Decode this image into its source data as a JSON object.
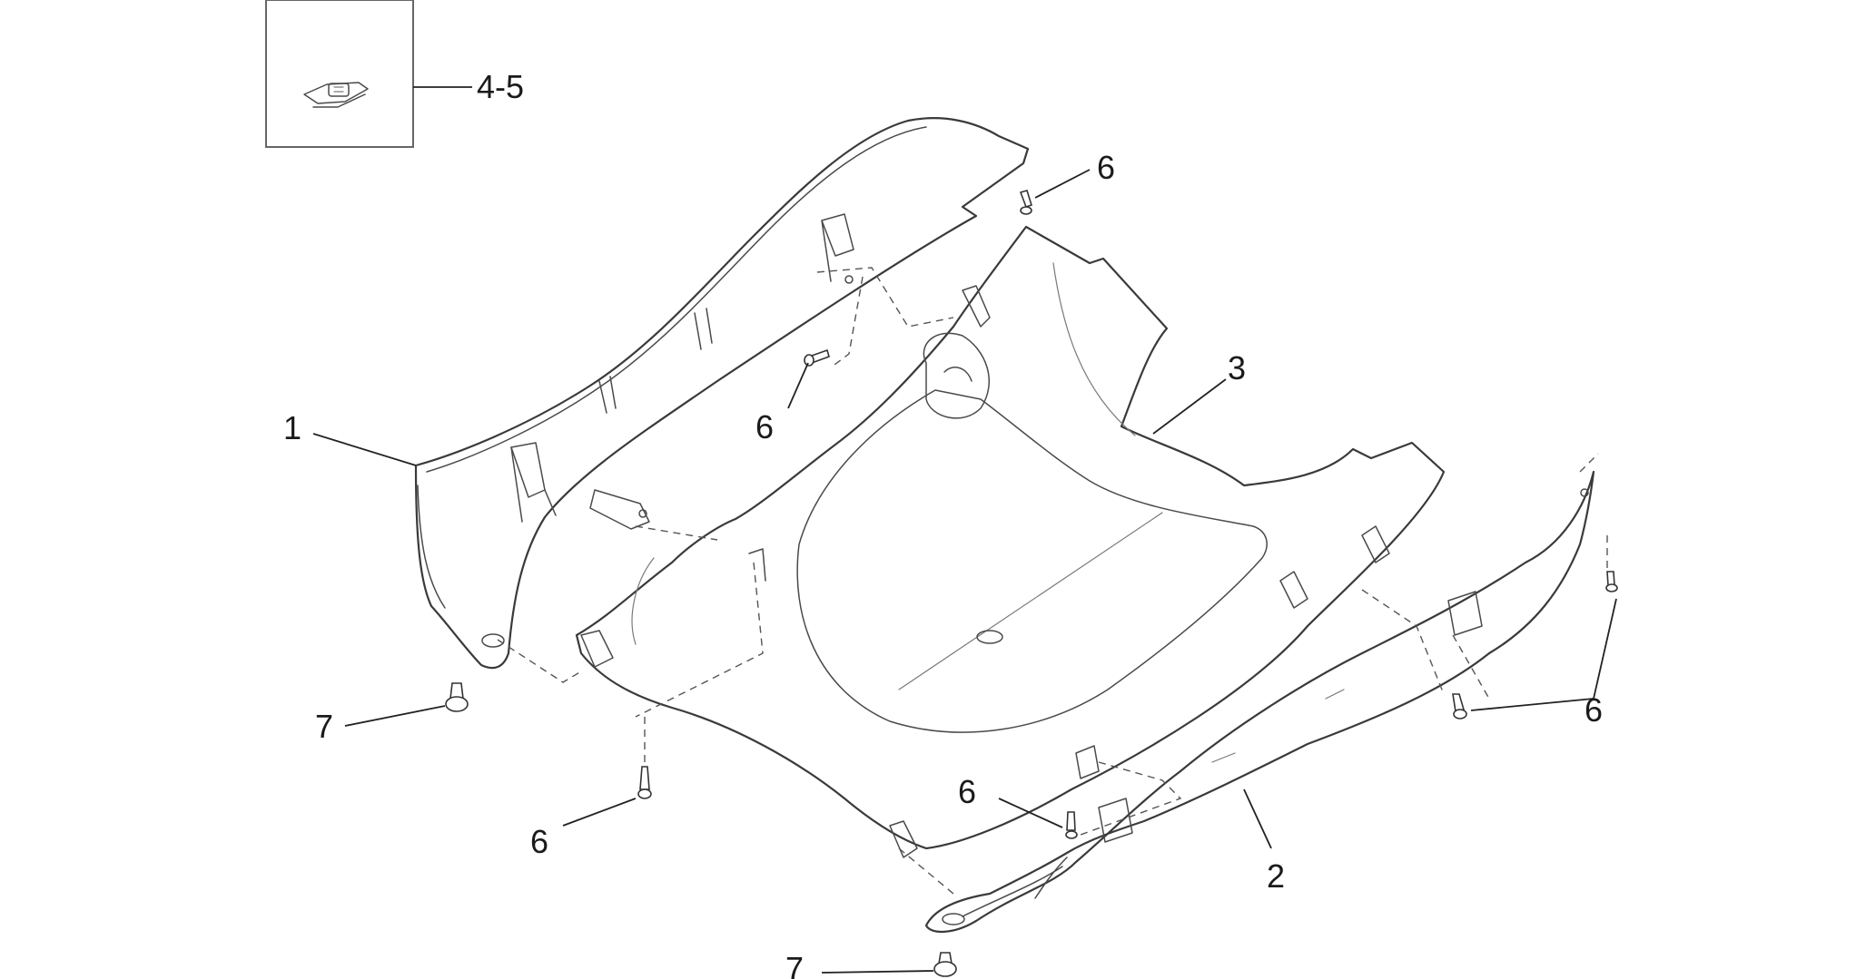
{
  "callouts": {
    "c_4_5": "4-5",
    "c_1": "1",
    "c_2": "2",
    "c_3": "3",
    "c_6_a": "6",
    "c_6_b": "6",
    "c_6_c": "6",
    "c_6_d": "6",
    "c_6_e": "6",
    "c_7_a": "7",
    "c_7_b": "7"
  },
  "colors": {
    "line": "#3a3a3a",
    "text": "#1a1a1a",
    "background": "#ffffff"
  }
}
